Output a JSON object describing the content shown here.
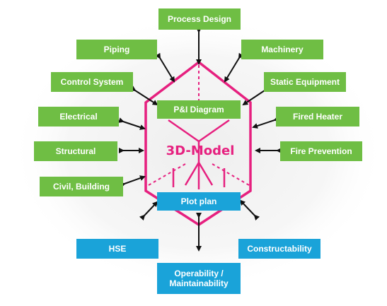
{
  "center_label": "3D-Model",
  "top": {
    "process_design": "Process Design"
  },
  "left": {
    "piping": "Piping",
    "control_system": "Control System",
    "electrical": "Electrical",
    "structural": "Structural",
    "civil_building": "Civil, Building"
  },
  "right": {
    "machinery": "Machinery",
    "static_equipment": "Static Equipment",
    "fired_heater": "Fired Heater",
    "fire_prevention": "Fire Prevention"
  },
  "inner": {
    "pid_diagram": "P&I Diagram",
    "plot_plan": "Plot plan"
  },
  "bottom": {
    "hse": "HSE",
    "constructability": "Constructability",
    "operability_line1": "Operability /",
    "operability_line2": "Maintainability"
  },
  "colors": {
    "green_box": "#6fbe44",
    "blue_box": "#1aa3d9",
    "hexagon": "#e6207f",
    "arrow": "#111111"
  }
}
